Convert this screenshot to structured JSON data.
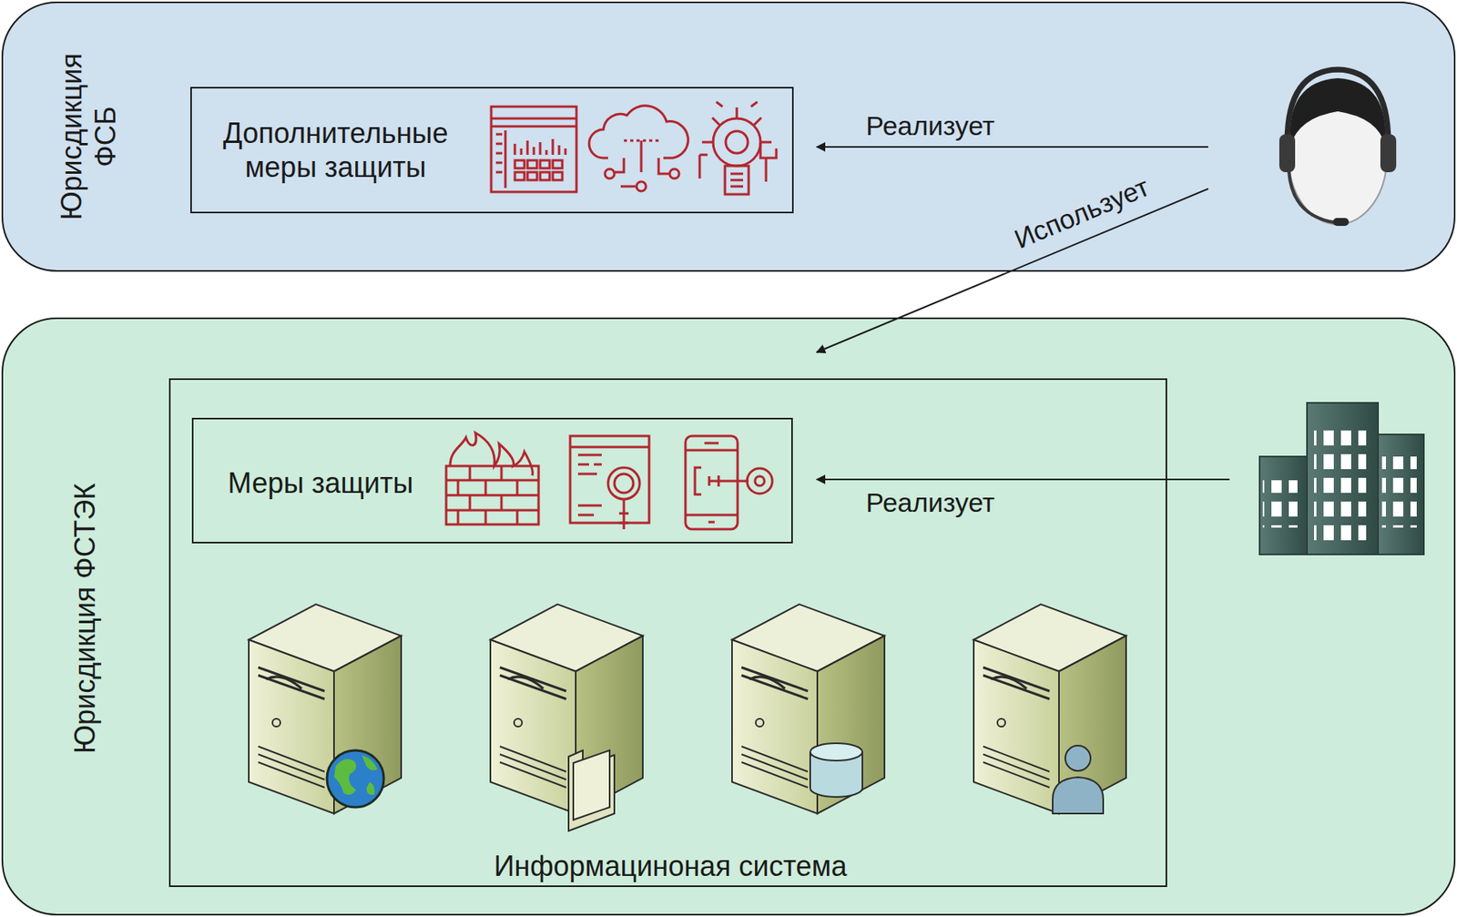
{
  "diagram": {
    "nodes": [
      {
        "text": [
          "Юрисдикция ФСБ"
        ]
      },
      {
        "text": [
          "Дополнительные меры защиты"
        ],
        "in": 0
      },
      {
        "text": [
          "Юрисдикция ФСТЭК"
        ]
      },
      {
        "text": [
          "Информациноная система"
        ],
        "in": 2
      },
      {
        "text": [
          "Меры защиты"
        ],
        "in": 3
      }
    ],
    "labels": [
      "Реализует",
      "Использует",
      "Реализует"
    ]
  }
}
